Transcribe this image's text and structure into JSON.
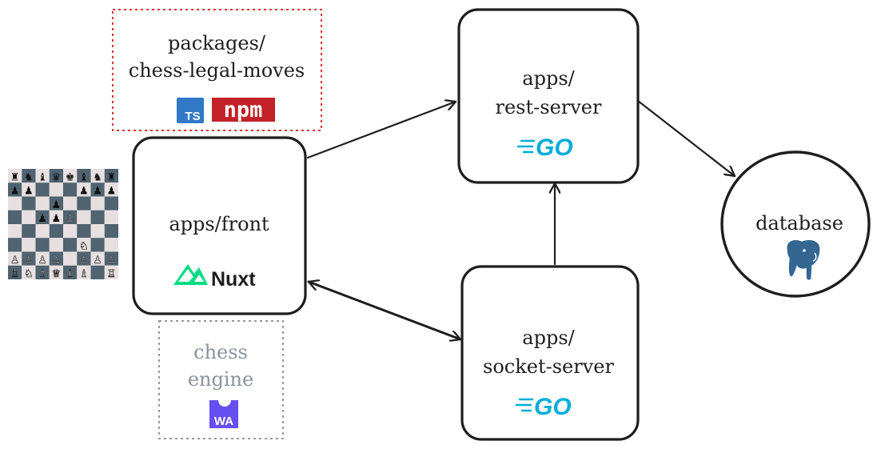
{
  "nodes": {
    "packages": {
      "line1": "packages/",
      "line2": "chess-legal-moves",
      "logos": [
        "typescript-logo",
        "npm-logo"
      ],
      "border_color": "#e03131"
    },
    "front": {
      "label": "apps/front",
      "logo_text": "Nuxt",
      "logo_color": "#00dc82"
    },
    "engine": {
      "line1": "chess",
      "line2": "engine",
      "logo_text": "WA",
      "logo_color": "#654ff0",
      "border_color": "#999999"
    },
    "rest": {
      "line1": "apps/",
      "line2": "rest-server",
      "logo_text": "GO",
      "logo_color": "#00add8"
    },
    "socket": {
      "line1": "apps/",
      "line2": "socket-server",
      "logo_text": "GO",
      "logo_color": "#00add8"
    },
    "database": {
      "label": "database",
      "logo": "postgresql-elephant-logo",
      "logo_color": "#336791"
    }
  },
  "badges": {
    "ts": "TS",
    "npm": "npm"
  },
  "chessboard": {
    "light_color": "#e8dfe0",
    "dark_color": "#4f6370",
    "rows": [
      [
        "♜",
        "♞",
        "♝",
        "♛",
        "♚",
        "♝",
        "♞",
        "♜"
      ],
      [
        "♟",
        "♟",
        "",
        "",
        "",
        "♟",
        "♟",
        "♟"
      ],
      [
        "",
        "",
        "",
        "♟",
        "",
        "",
        "",
        ""
      ],
      [
        "",
        "",
        "♟",
        "♟",
        "♙",
        "",
        "",
        ""
      ],
      [
        "",
        "",
        "",
        "",
        "",
        "",
        "",
        ""
      ],
      [
        "",
        "",
        "",
        "",
        "",
        "♘",
        "",
        ""
      ],
      [
        "♙",
        "♙",
        "♙",
        "♙",
        "",
        "♙",
        "♙",
        "♙"
      ],
      [
        "♖",
        "♘",
        "♗",
        "♕",
        "♔",
        "♗",
        "",
        "♖"
      ]
    ]
  },
  "edges": [
    {
      "from": "front",
      "to": "rest",
      "style": "single"
    },
    {
      "from": "front",
      "to": "socket",
      "style": "double"
    },
    {
      "from": "socket",
      "to": "rest",
      "style": "single"
    },
    {
      "from": "rest",
      "to": "database",
      "style": "single"
    }
  ]
}
